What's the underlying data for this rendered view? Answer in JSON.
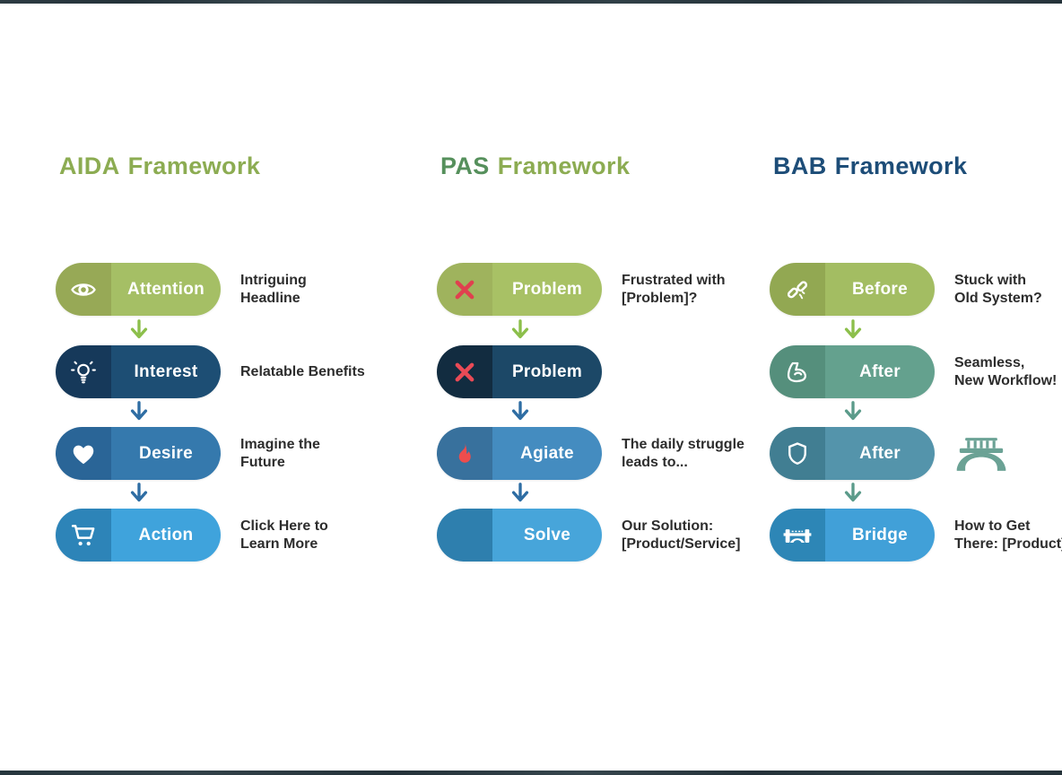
{
  "edges": {
    "artifact_color": "#0c1b23"
  },
  "columns": [
    {
      "title_part1": "AIDA",
      "title_part2": "Framework",
      "title_color1": "#8cac52",
      "title_color2": "#8cac52",
      "rows": [
        {
          "label": "Attention",
          "icon": "eye-icon",
          "left_color": "#97a956",
          "right_color": "#a5bf65",
          "desc1": "Intriguing",
          "desc2": "Headline",
          "arrow_color": "#8cbf4b",
          "icon_color": "#ffffff"
        },
        {
          "label": "Interest",
          "icon": "lightbulb-icon",
          "left_color": "#16395a",
          "right_color": "#1d4e74",
          "desc1": "Relatable Benefits",
          "arrow_color": "#2e6da3",
          "icon_color": "#ffffff"
        },
        {
          "label": "Desire",
          "icon": "heart-icon",
          "left_color": "#2a6597",
          "right_color": "#3579ad",
          "desc1": "Imagine the",
          "desc2": "Future",
          "arrow_color": "#2e6da3",
          "icon_color": "#ffffff"
        },
        {
          "label": "Action",
          "icon": "cart-icon",
          "left_color": "#2d84b8",
          "right_color": "#3fa3dc",
          "desc1": "Click Here to",
          "desc2": "Learn More",
          "icon_color": "#ffffff"
        }
      ]
    },
    {
      "title_part1": "PAS",
      "title_part2": "Framework",
      "title_color1": "#56905c",
      "title_color2": "#8cac52",
      "rows": [
        {
          "label": "Problem",
          "icon": "x-icon",
          "left_color": "#9fb35d",
          "right_color": "#a8c165",
          "desc1": "Frustrated with",
          "desc2": "[Problem]?",
          "arrow_color": "#8cbf4b",
          "icon_color": "#e0404f"
        },
        {
          "label": "Problem",
          "icon": "x-icon",
          "left_color": "#122c40",
          "right_color": "#1c4867",
          "arrow_color": "#2e6da3",
          "icon_color": "#ea4a56"
        },
        {
          "label": "Agiate",
          "icon": "flame-icon",
          "left_color": "#38719d",
          "right_color": "#448cc0",
          "desc1": "The daily struggle",
          "desc2": "leads to...",
          "arrow_color": "#2e6da3",
          "icon_color": "#ee4d4d"
        },
        {
          "label": "Solve",
          "icon": "none",
          "left_color": "#2e7fae",
          "right_color": "#47a5da",
          "desc1": "Our Solution:",
          "desc2": "[Product/Service]",
          "icon_color": "#ffffff"
        }
      ]
    },
    {
      "title_part1": "BAB",
      "title_part2": "Framework",
      "title_color1": "#1d4d78",
      "title_color2": "#1d4d78",
      "rows": [
        {
          "label": "Before",
          "icon": "broken-link-icon",
          "left_color": "#92a852",
          "right_color": "#a3bd62",
          "desc1": "Stuck with",
          "desc2": "Old System?",
          "arrow_color": "#8cbf4b",
          "icon_color": "#ffffff"
        },
        {
          "label": "After",
          "icon": "bicep-icon",
          "left_color": "#558f7c",
          "right_color": "#64a18e",
          "desc1": "Seamless,",
          "desc2": "New Workflow!",
          "arrow_color": "#5b9b8a",
          "icon_color": "#ffffff"
        },
        {
          "label": "After",
          "icon": "shield-icon",
          "left_color": "#417e92",
          "right_color": "#5494ab",
          "deco_icon": "bridge-deco-icon",
          "deco_color": "#6ba295",
          "arrow_color": "#5b9b8a",
          "icon_color": "#ffffff"
        },
        {
          "label": "Bridge",
          "icon": "bridge-icon",
          "left_color": "#2d86b6",
          "right_color": "#41a0d8",
          "desc1": "How to Get",
          "desc2": "There: [Product]",
          "icon_color": "#ffffff"
        }
      ]
    }
  ]
}
